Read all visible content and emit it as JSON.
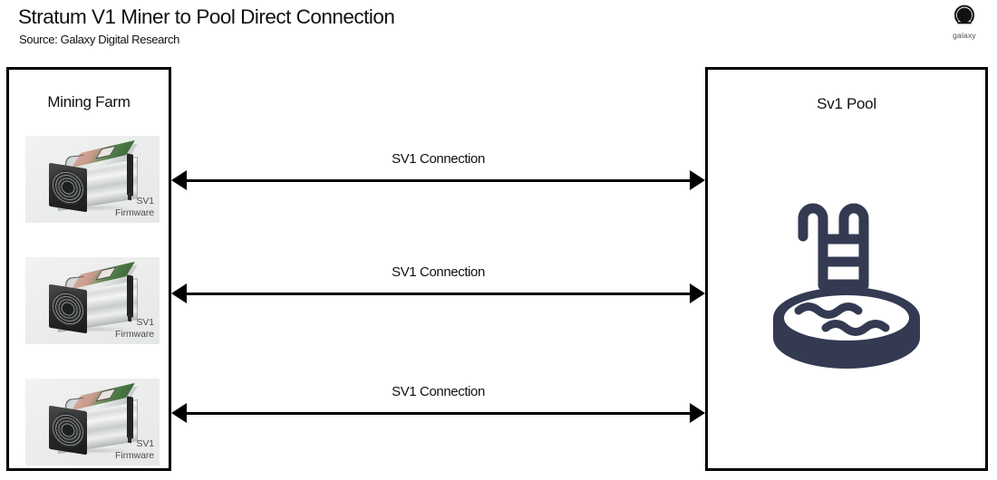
{
  "header": {
    "title": "Stratum V1 Miner to Pool Direct Connection",
    "source": "Source: Galaxy Digital Research"
  },
  "logo": {
    "name": "galaxy-logo",
    "wordmark": "galaxy",
    "mark_icon": "galaxy-circle-icon"
  },
  "colors": {
    "background": "#ffffff",
    "border": "#000000",
    "text": "#111111",
    "pool_icon": "#343a52",
    "miner_tile_bg": "#eceded",
    "miner_label_text": "#4e4e4e"
  },
  "mining_farm": {
    "title": "Mining Farm",
    "miners": [
      {
        "icon": "asic-miner-icon",
        "label_line1": "SV1",
        "label_line2": "Firmware"
      },
      {
        "icon": "asic-miner-icon",
        "label_line1": "SV1",
        "label_line2": "Firmware"
      },
      {
        "icon": "asic-miner-icon",
        "label_line1": "SV1",
        "label_line2": "Firmware"
      }
    ]
  },
  "pool": {
    "title": "Sv1 Pool",
    "icon": "swimming-pool-icon"
  },
  "connections": [
    {
      "label": "SV1 Connection",
      "direction": "bidirectional"
    },
    {
      "label": "SV1 Connection",
      "direction": "bidirectional"
    },
    {
      "label": "SV1 Connection",
      "direction": "bidirectional"
    }
  ]
}
